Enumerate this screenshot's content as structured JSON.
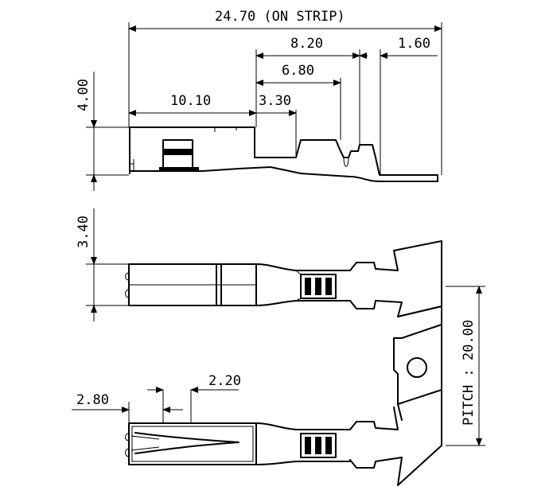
{
  "dimensions": {
    "overall_length": "24.70 (ON STRIP)",
    "d_8_20": "8.20",
    "d_1_60": "1.60",
    "d_6_80": "6.80",
    "d_10_10": "10.10",
    "d_3_30": "3.30",
    "d_4_00": "4.00",
    "d_3_40": "3.40",
    "d_2_80": "2.80",
    "d_2_20": "2.20",
    "pitch": "PITCH : 20.00"
  },
  "colors": {
    "line": "#000000",
    "background": "#ffffff"
  }
}
